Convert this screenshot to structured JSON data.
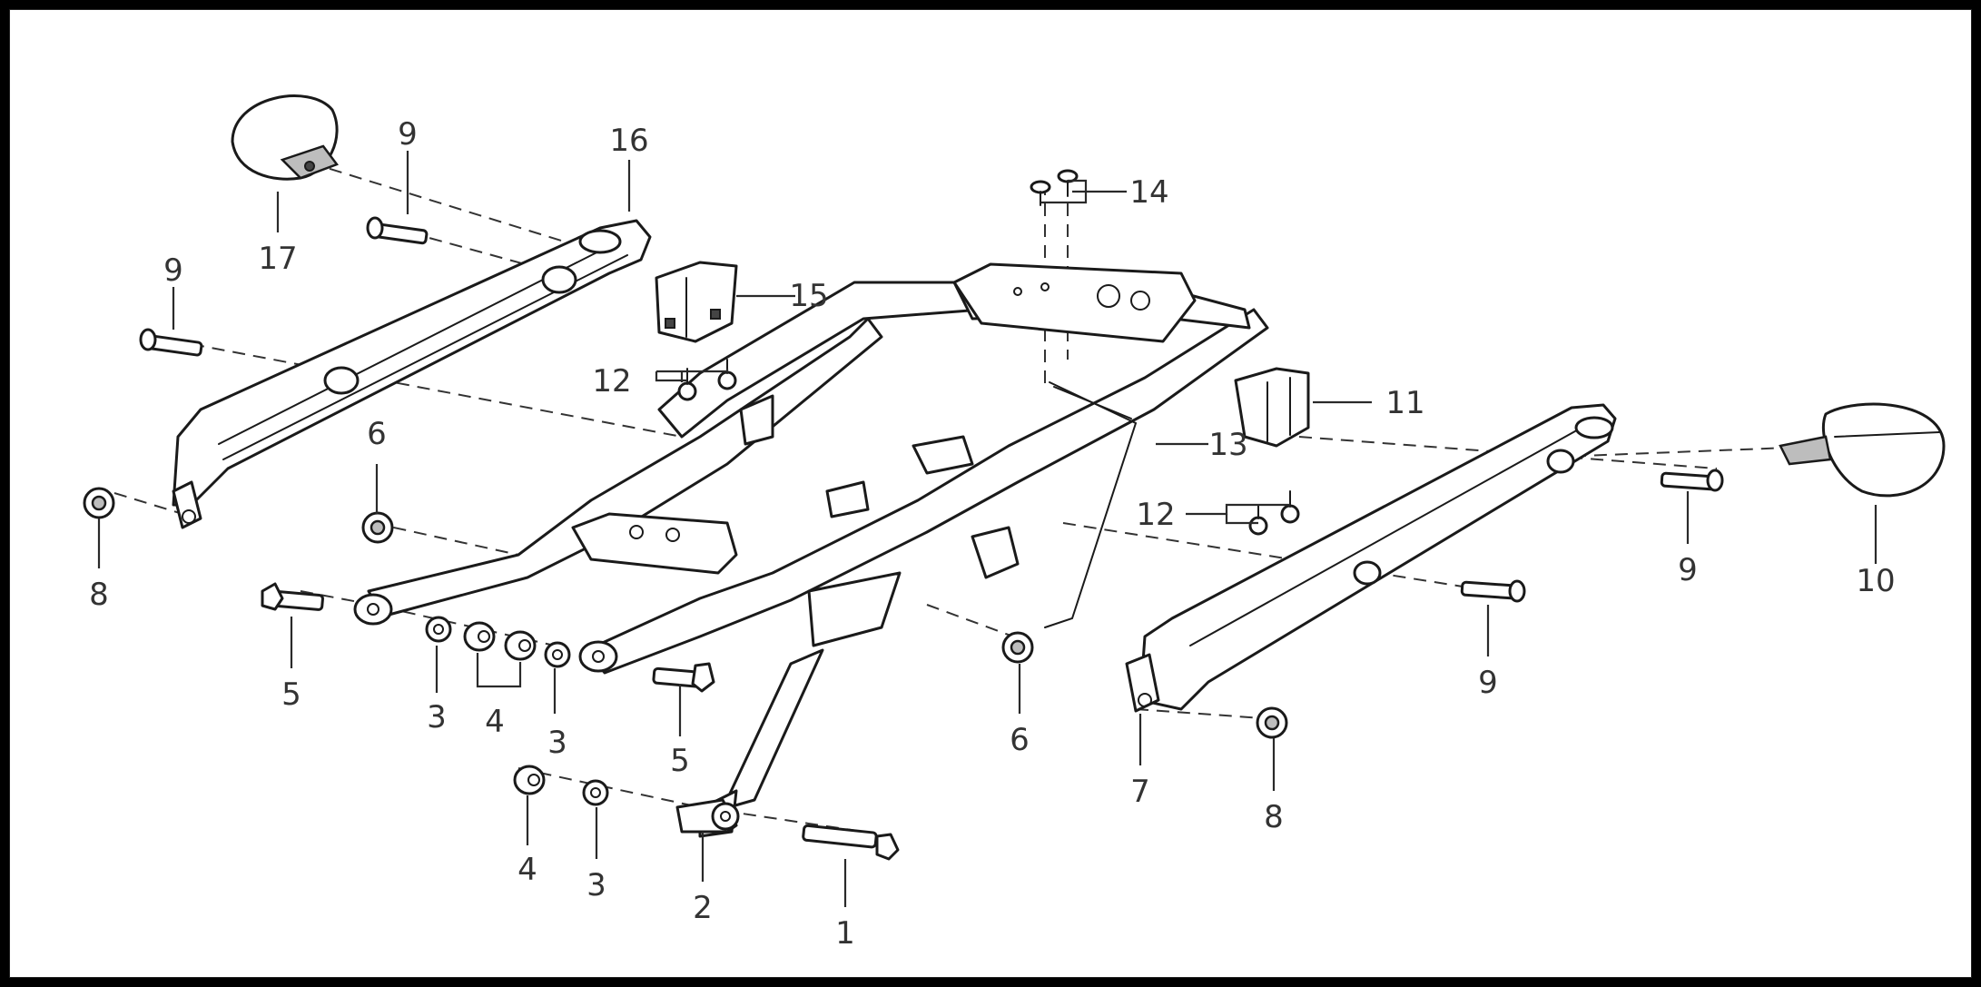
{
  "callouts": [
    {
      "id": "c1",
      "label": "1"
    },
    {
      "id": "c2",
      "label": "2"
    },
    {
      "id": "c3a",
      "label": "3"
    },
    {
      "id": "c3b",
      "label": "3"
    },
    {
      "id": "c3c",
      "label": "3"
    },
    {
      "id": "c4a",
      "label": "4"
    },
    {
      "id": "c4b",
      "label": "4"
    },
    {
      "id": "c5a",
      "label": "5"
    },
    {
      "id": "c5b",
      "label": "5"
    },
    {
      "id": "c6a",
      "label": "6"
    },
    {
      "id": "c6b",
      "label": "6"
    },
    {
      "id": "c7",
      "label": "7"
    },
    {
      "id": "c8a",
      "label": "8"
    },
    {
      "id": "c8b",
      "label": "8"
    },
    {
      "id": "c9a",
      "label": "9"
    },
    {
      "id": "c9b",
      "label": "9"
    },
    {
      "id": "c9c",
      "label": "9"
    },
    {
      "id": "c9d",
      "label": "9"
    },
    {
      "id": "c10",
      "label": "10"
    },
    {
      "id": "c11",
      "label": "11"
    },
    {
      "id": "c12a",
      "label": "12"
    },
    {
      "id": "c12b",
      "label": "12"
    },
    {
      "id": "c13",
      "label": "13"
    },
    {
      "id": "c14",
      "label": "14"
    },
    {
      "id": "c15",
      "label": "15"
    },
    {
      "id": "c16",
      "label": "16"
    },
    {
      "id": "c17",
      "label": "17"
    }
  ],
  "colors": {
    "background": "#000000",
    "canvas": "#ffffff",
    "line": "#1a1a1a",
    "label": "#333333"
  }
}
